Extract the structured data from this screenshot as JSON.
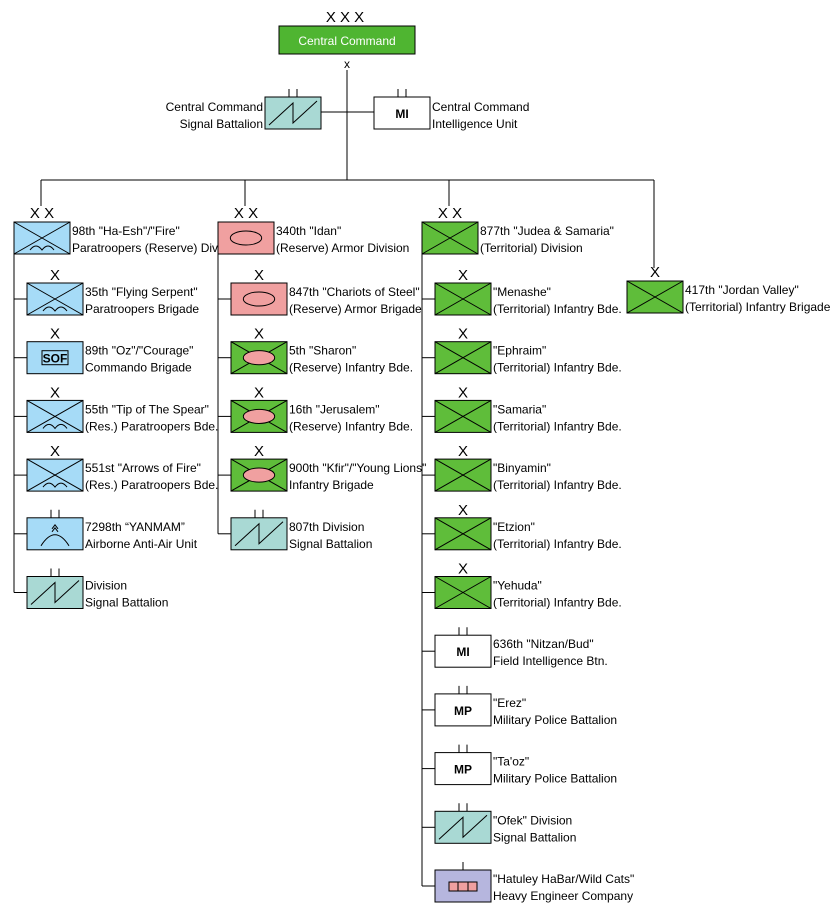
{
  "colors": {
    "paratroopers": "#a6dbf7",
    "armor": "#f0a0a0",
    "territorial": "#5fbd3a",
    "signal": "#a9d9d4",
    "engineer": "#b6b6de",
    "command": "#4fb531",
    "white": "#ffffff"
  },
  "hq": {
    "echelon": "X X X",
    "label": "Central Command",
    "attach_mark": "x",
    "signal_label": [
      "Central Command",
      "Signal Battalion"
    ],
    "intel_abbr": "MI",
    "intel_label": [
      "Central Command",
      "Intelligence Unit"
    ]
  },
  "divisions": [
    {
      "echelon": "X X",
      "symbol": "airborne",
      "label": [
        "98th \"Ha-Esh\"/\"Fire\"",
        "Paratroopers (Reserve) Div."
      ],
      "units": [
        {
          "echelon": "X",
          "symbol": "airborne",
          "label": [
            "35th \"Flying Serpent\"",
            "Paratroopers Brigade"
          ]
        },
        {
          "echelon": "X",
          "symbol": "sof",
          "abbr": "SOF",
          "label": [
            "89th \"Oz\"/\"Courage\"",
            "Commando Brigade"
          ]
        },
        {
          "echelon": "X",
          "symbol": "airborne",
          "label": [
            "55th \"Tip of The Spear\"",
            "(Res.) Paratroopers Bde."
          ]
        },
        {
          "echelon": "X",
          "symbol": "airborne",
          "label": [
            "551st \"Arrows of Fire\"",
            "(Res.) Paratroopers Bde."
          ]
        },
        {
          "echelon": "",
          "symbol": "aa",
          "label": [
            "7298th “YANMAM”",
            "Airborne Anti-Air Unit"
          ]
        },
        {
          "echelon": "",
          "symbol": "signal",
          "label": [
            "Division",
            "Signal Battalion"
          ]
        }
      ]
    },
    {
      "echelon": "X X",
      "symbol": "armor",
      "label": [
        "340th \"Idan\"",
        "(Reserve) Armor Division"
      ],
      "units": [
        {
          "echelon": "X",
          "symbol": "armor",
          "label": [
            "847th \"Chariots of Steel\"",
            "(Reserve) Armor Brigade"
          ]
        },
        {
          "echelon": "X",
          "symbol": "mechinf",
          "label": [
            "5th \"Sharon\"",
            "(Reserve) Infantry Bde."
          ]
        },
        {
          "echelon": "X",
          "symbol": "mechinf",
          "label": [
            "16th \"Jerusalem\"",
            "(Reserve) Infantry Bde."
          ]
        },
        {
          "echelon": "X",
          "symbol": "mechinf",
          "label": [
            "900th \"Kfir\"/\"Young Lions\"",
            "Infantry Brigade"
          ]
        },
        {
          "echelon": "",
          "symbol": "signal",
          "label": [
            "807th Division",
            "Signal Battalion"
          ]
        }
      ]
    },
    {
      "echelon": "X X",
      "symbol": "infantry",
      "label": [
        "877th \"Judea & Samaria\"",
        "(Territorial) Division"
      ],
      "units": [
        {
          "echelon": "X",
          "symbol": "infantry",
          "label": [
            "\"Menashe\"",
            "(Territorial) Infantry Bde."
          ]
        },
        {
          "echelon": "X",
          "symbol": "infantry",
          "label": [
            "\"Ephraim\"",
            "(Territorial) Infantry Bde."
          ]
        },
        {
          "echelon": "X",
          "symbol": "infantry",
          "label": [
            "\"Samaria\"",
            "(Territorial) Infantry Bde."
          ]
        },
        {
          "echelon": "X",
          "symbol": "infantry",
          "label": [
            "\"Binyamin\"",
            "(Territorial) Infantry Bde."
          ]
        },
        {
          "echelon": "X",
          "symbol": "infantry",
          "label": [
            "\"Etzion\"",
            "(Territorial) Infantry Bde."
          ]
        },
        {
          "echelon": "X",
          "symbol": "infantry",
          "label": [
            "\"Yehuda\"",
            "(Territorial) Infantry Bde."
          ]
        },
        {
          "echelon": "",
          "symbol": "mi",
          "abbr": "MI",
          "label": [
            "636th \"Nitzan/Bud\"",
            "Field Intelligence Btn."
          ]
        },
        {
          "echelon": "",
          "symbol": "mp",
          "abbr": "MP",
          "label": [
            "\"Erez\"",
            "Military Police Battalion"
          ]
        },
        {
          "echelon": "",
          "symbol": "mp",
          "abbr": "MP",
          "label": [
            "\"Ta'oz\"",
            "Military Police Battalion"
          ]
        },
        {
          "echelon": "",
          "symbol": "signal",
          "label": [
            "\"Ofek\" Division",
            "Signal Battalion"
          ]
        },
        {
          "echelon": "",
          "symbol": "engineer",
          "label": [
            "\"Hatuley HaBar/Wild Cats\"",
            "Heavy Engineer Company"
          ]
        }
      ]
    },
    {
      "echelon": "X",
      "symbol": "infantry",
      "label": [
        "417th \"Jordan Valley\"",
        "(Territorial) Infantry Brigade"
      ],
      "units": []
    }
  ]
}
